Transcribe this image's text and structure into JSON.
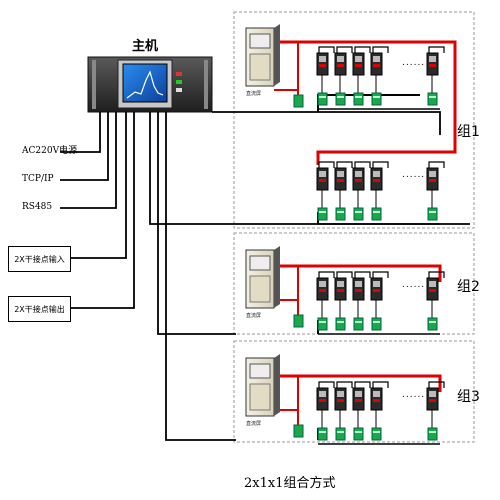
{
  "host": {
    "title": "主机"
  },
  "ports": {
    "ac": "AC220V电源",
    "tcp": "TCP/IP",
    "rs485": "RS485"
  },
  "io": {
    "dry_in": "2X干接点输入",
    "dry_out": "2X干接点输出"
  },
  "groups": [
    {
      "label": "组1",
      "cabinet_label": "直流屏"
    },
    {
      "label": "组2",
      "cabinet_label": "直流屏"
    },
    {
      "label": "组3",
      "cabinet_label": "直流屏"
    }
  ],
  "ellipsis": "......",
  "caption": "2x1x1组合方式",
  "colors": {
    "positive_wire": "#e00000",
    "signal_wire": "#000000",
    "module_green": "#1aa84a",
    "screen_blue": "#1e6fd8",
    "host_panel": "#3a3a3a",
    "frame_dash": "#999999"
  }
}
